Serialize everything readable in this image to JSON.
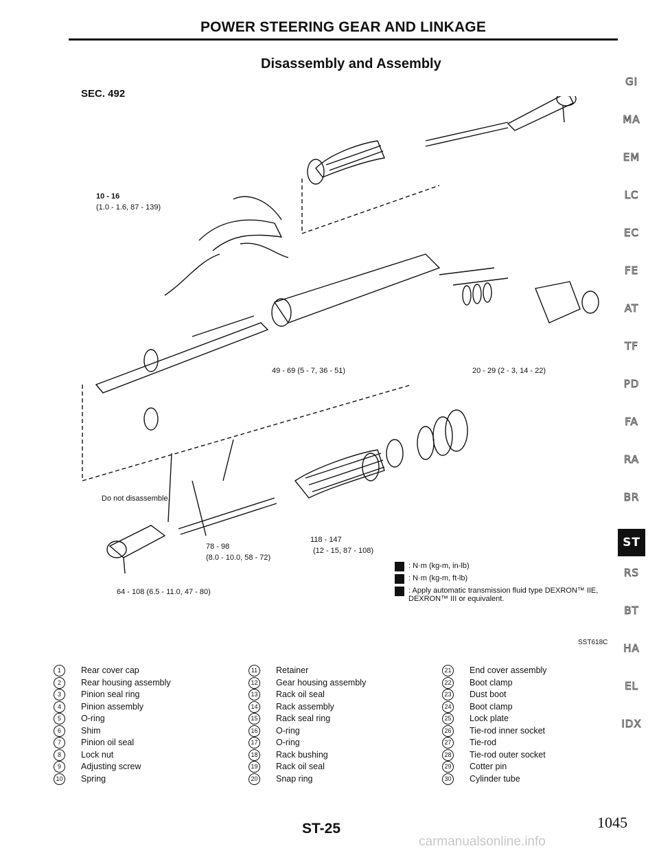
{
  "header": {
    "title": "POWER STEERING GEAR AND LINKAGE"
  },
  "subtitle": "Disassembly and Assembly",
  "section": "SEC. 492",
  "side_tabs": [
    "GI",
    "MA",
    "EM",
    "LC",
    "EC",
    "FE",
    "AT",
    "TF",
    "PD",
    "FA",
    "RA",
    "BR",
    "ST",
    "RS",
    "BT",
    "HA",
    "EL",
    "IDX"
  ],
  "active_tab": "ST",
  "torque_labels": {
    "t1": "10 - 16",
    "t1b": "(1.0 - 1.6, 87 - 139)",
    "t2": "49 - 69 (5 - 7, 36 - 51)",
    "t3": "20 - 29 (2 - 3, 14 - 22)",
    "t4": "78 - 98",
    "t4b": "(8.0 - 10.0, 58 - 72)",
    "t5": "118 - 147",
    "t5b": "(12 - 15, 87 - 108)",
    "t6": "64 - 108 (6.5 - 11.0, 47 - 80)"
  },
  "note_28": "Do not disassemble.",
  "legend": [
    {
      "text": ": N·m (kg-m, in-lb)"
    },
    {
      "text": ": N·m (kg-m, ft-lb)"
    },
    {
      "text": ": Apply automatic transmission fluid type DEXRON™ IIE, DEXRON™ III or equivalent."
    }
  ],
  "figure_id": "SST618C",
  "parts": [
    {
      "n": "1",
      "name": "Rear cover cap"
    },
    {
      "n": "2",
      "name": "Rear housing assembly"
    },
    {
      "n": "3",
      "name": "Pinion seal ring"
    },
    {
      "n": "4",
      "name": "Pinion assembly"
    },
    {
      "n": "5",
      "name": "O-ring"
    },
    {
      "n": "6",
      "name": "Shim"
    },
    {
      "n": "7",
      "name": "Pinion oil seal"
    },
    {
      "n": "8",
      "name": "Lock nut"
    },
    {
      "n": "9",
      "name": "Adjusting screw"
    },
    {
      "n": "10",
      "name": "Spring"
    },
    {
      "n": "11",
      "name": "Retainer"
    },
    {
      "n": "12",
      "name": "Gear housing assembly"
    },
    {
      "n": "13",
      "name": "Rack oil seal"
    },
    {
      "n": "14",
      "name": "Rack assembly"
    },
    {
      "n": "15",
      "name": "Rack seal ring"
    },
    {
      "n": "16",
      "name": "O-ring"
    },
    {
      "n": "17",
      "name": "O-ring"
    },
    {
      "n": "18",
      "name": "Rack bushing"
    },
    {
      "n": "19",
      "name": "Rack oil seal"
    },
    {
      "n": "20",
      "name": "Snap ring"
    },
    {
      "n": "21",
      "name": "End cover assembly"
    },
    {
      "n": "22",
      "name": "Boot clamp"
    },
    {
      "n": "23",
      "name": "Dust boot"
    },
    {
      "n": "24",
      "name": "Boot clamp"
    },
    {
      "n": "25",
      "name": "Lock plate"
    },
    {
      "n": "26",
      "name": "Tie-rod inner socket"
    },
    {
      "n": "27",
      "name": "Tie-rod"
    },
    {
      "n": "28",
      "name": "Tie-rod outer socket"
    },
    {
      "n": "29",
      "name": "Cotter pin"
    },
    {
      "n": "30",
      "name": "Cylinder tube"
    }
  ],
  "footer": {
    "page_code": "ST-25",
    "page_number": "1045",
    "watermark": "carmanualsonline.info"
  }
}
